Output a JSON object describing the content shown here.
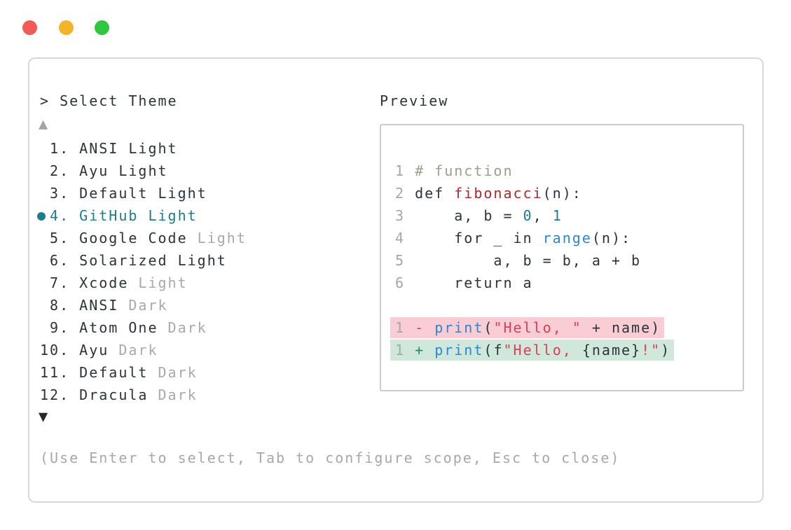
{
  "window": {
    "controls": [
      "close",
      "minimize",
      "zoom"
    ],
    "colors": {
      "close": "#f15c54",
      "minimize": "#f3b42b",
      "zoom": "#2fc73e"
    }
  },
  "picker": {
    "prompt": "> Select Theme",
    "scroll_up": "▲",
    "scroll_down": "▼",
    "items": [
      {
        "num": " 1.",
        "name": "ANSI Light",
        "suffix": "",
        "selected": false
      },
      {
        "num": " 2.",
        "name": "Ayu Light",
        "suffix": "",
        "selected": false
      },
      {
        "num": " 3.",
        "name": "Default Light",
        "suffix": "",
        "selected": false
      },
      {
        "num": " 4.",
        "name": "GitHub Light",
        "suffix": "",
        "selected": true
      },
      {
        "num": " 5.",
        "name": "Google Code",
        "suffix": "Light",
        "selected": false
      },
      {
        "num": " 6.",
        "name": "Solarized Light",
        "suffix": "",
        "selected": false
      },
      {
        "num": " 7.",
        "name": "Xcode",
        "suffix": "Light",
        "selected": false
      },
      {
        "num": " 8.",
        "name": "ANSI",
        "suffix": "Dark",
        "selected": false
      },
      {
        "num": " 9.",
        "name": "Atom One",
        "suffix": "Dark",
        "selected": false
      },
      {
        "num": "10.",
        "name": "Ayu",
        "suffix": "Dark",
        "selected": false
      },
      {
        "num": "11.",
        "name": "Default",
        "suffix": "Dark",
        "selected": false
      },
      {
        "num": "12.",
        "name": "Dracula",
        "suffix": "Dark",
        "selected": false
      }
    ],
    "help": "(Use Enter to select, Tab to configure scope, Esc to close)"
  },
  "preview": {
    "label": "Preview",
    "lines": [
      {
        "no": "1",
        "tokens": [
          [
            "# function",
            "comment"
          ]
        ]
      },
      {
        "no": "2",
        "tokens": [
          [
            "def ",
            "plain"
          ],
          [
            "fibonacci",
            "func"
          ],
          [
            "(n):",
            "plain"
          ]
        ]
      },
      {
        "no": "3",
        "tokens": [
          [
            "    a, b = ",
            "plain"
          ],
          [
            "0",
            "num"
          ],
          [
            ", ",
            "plain"
          ],
          [
            "1",
            "num"
          ]
        ]
      },
      {
        "no": "4",
        "tokens": [
          [
            "    for _ in ",
            "plain"
          ],
          [
            "range",
            "call"
          ],
          [
            "(n):",
            "plain"
          ]
        ]
      },
      {
        "no": "5",
        "tokens": [
          [
            "        a, b = b, a + b",
            "plain"
          ]
        ]
      },
      {
        "no": "6",
        "tokens": [
          [
            "    return a",
            "plain"
          ]
        ]
      },
      {
        "no": "",
        "tokens": []
      },
      {
        "no": "1",
        "kind": "removed",
        "tokens": [
          [
            "- ",
            "del"
          ],
          [
            "print",
            "call"
          ],
          [
            "(",
            "plain"
          ],
          [
            "\"Hello, \"",
            "str"
          ],
          [
            " + name)",
            "plain"
          ]
        ]
      },
      {
        "no": "1",
        "kind": "added",
        "tokens": [
          [
            "+ ",
            "ins"
          ],
          [
            "print",
            "call"
          ],
          [
            "(f",
            "plain"
          ],
          [
            "\"Hello, ",
            "str"
          ],
          [
            "{name}",
            "plain"
          ],
          [
            "!\"",
            "str"
          ],
          [
            ")",
            "plain"
          ]
        ]
      }
    ]
  },
  "colors": {
    "accent_teal": "#1b7e8a",
    "text_dark": "#2d333b",
    "text_muted": "#a9a9a9",
    "comment": "#9aa08e",
    "line_number": "#a4a8a5",
    "function_name": "#a72a30",
    "builtin_call": "#2f86d0",
    "string": "#d8405a",
    "diff_removed_bg": "#f9cdd3",
    "diff_added_bg": "#cfe8db",
    "panel_border": "#d8d8d8",
    "preview_border": "#cccccc"
  }
}
